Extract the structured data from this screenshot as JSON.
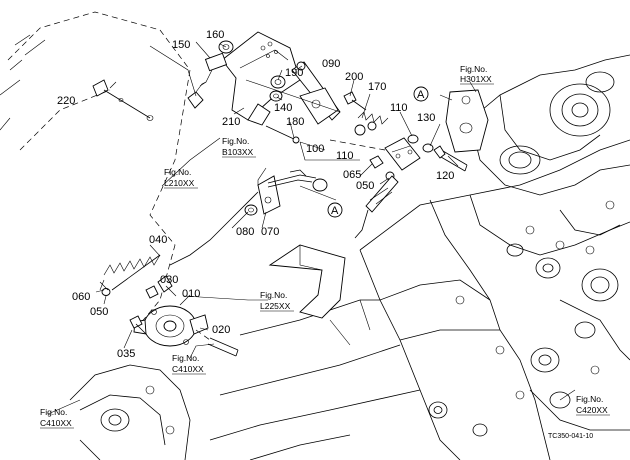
{
  "part_numbers": {
    "p010": "010",
    "p020": "020",
    "p030": "030",
    "p035": "035",
    "p040": "040",
    "p050a": "050",
    "p050b": "050",
    "p060": "060",
    "p065": "065",
    "p070": "070",
    "p080": "080",
    "p090": "090",
    "p100": "100",
    "p110a": "110",
    "p110b": "110",
    "p120": "120",
    "p130": "130",
    "p140": "140",
    "p150": "150",
    "p160": "160",
    "p170": "170",
    "p180": "180",
    "p190": "190",
    "p200": "200",
    "p210": "210",
    "p220": "220"
  },
  "callout_marker": "A",
  "fig_refs": {
    "h301": {
      "title": "Fig.No.",
      "code": "H301XX"
    },
    "b103": {
      "title": "Fig.No.",
      "code": "B103XX"
    },
    "l210": {
      "title": "Fig.No.",
      "code": "L210XX"
    },
    "l225": {
      "title": "Fig.No.",
      "code": "L225XX"
    },
    "c410_mid": {
      "title": "Fig.No.",
      "code": "C410XX"
    },
    "c410_left": {
      "title": "Fig.No.",
      "code": "C410XX"
    },
    "c420": {
      "title": "Fig.No.",
      "code": "C420XX"
    }
  },
  "drawing_code": "TC350-041-10"
}
